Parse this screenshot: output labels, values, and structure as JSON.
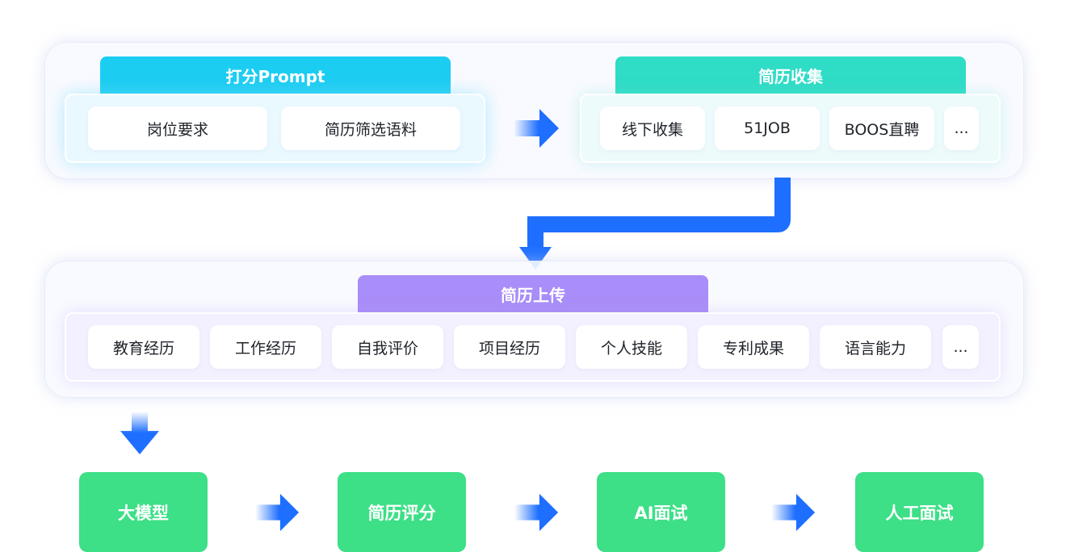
{
  "scoring_prompt": {
    "title": "打分Prompt",
    "items": [
      "岗位要求",
      "简历筛选语料"
    ]
  },
  "resume_collection": {
    "title": "简历收集",
    "items": [
      "线下收集",
      "51JOB",
      "BOOS直聘",
      "..."
    ]
  },
  "resume_upload": {
    "title": "简历上传",
    "items": [
      "教育经历",
      "工作经历",
      "自我评价",
      "项目经历",
      "个人技能",
      "专利成果",
      "语言能力",
      "..."
    ]
  },
  "pipeline": {
    "stages": [
      "大模型",
      "简历评分",
      "AI面试",
      "人工面试"
    ]
  },
  "colors": {
    "arrow": "#1e6fff",
    "stage": "#3ddf87",
    "tab_cyan": "#1ccdf2",
    "tab_teal": "#2fdcc6",
    "tab_purple": "#a98df8"
  },
  "icons": {
    "flow_arrow": "arrow-right-icon",
    "connector": "elbow-arrow-down-icon",
    "down_arrow": "arrow-down-icon"
  }
}
